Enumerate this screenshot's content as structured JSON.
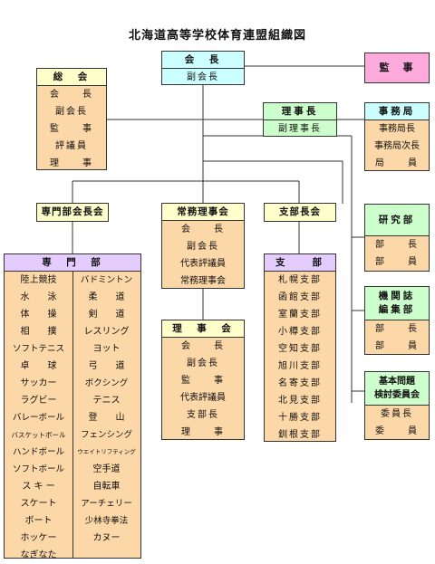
{
  "title": "北海道高等学校体育連盟組織図",
  "president": {
    "name": "会　長",
    "sub": "副会長"
  },
  "auditor": {
    "name": "監　事"
  },
  "general_assembly": {
    "name": "総　会",
    "items": [
      "会　　長",
      "副会長",
      "監　　事",
      "評議員",
      "理　　事"
    ]
  },
  "chairman": {
    "name": "理事長",
    "items": [
      "副理事長"
    ]
  },
  "secretariat": {
    "name": "事務局",
    "items": [
      "事務局長",
      "事務局次長",
      "局　　員"
    ]
  },
  "special_chairs": {
    "name": "専門部会長会"
  },
  "executive": {
    "name": "常務理事会",
    "items": [
      "会　　長",
      "副会長",
      "代表評議員",
      "常務理事会"
    ]
  },
  "branch_chairs": {
    "name": "支部長会"
  },
  "specialty": {
    "name": "専　門　部",
    "left": [
      "陸上競技",
      "水　　泳",
      "体　　操",
      "相　　撲",
      "ソフトテニス",
      "卓　　球",
      "サッカー",
      "ラグビー",
      "バレーボール",
      "バスケットボール",
      "ハンドボール",
      "ソフトボール",
      "ス キ ー",
      "スケート",
      "ボート",
      "ホッケー",
      "なぎなた"
    ],
    "right": [
      "バドミントン",
      "柔　　道",
      "剣　　道",
      "レスリング",
      "ヨット",
      "弓　　道",
      "ボクシング",
      "テニス",
      "登　　山",
      "フェンシング",
      "ウエイトリフティング",
      "空手道",
      "自転車",
      "アーチェリー",
      "少林寺拳法",
      "カヌー"
    ]
  },
  "board": {
    "name": "理　事　会",
    "items": [
      "会　　長",
      "副会長",
      "監　　事",
      "代表評議員",
      "支部長",
      "理　　事"
    ]
  },
  "branches": {
    "name": "支　　部",
    "items": [
      "札幌支部",
      "函館支部",
      "室蘭支部",
      "小樽支部",
      "空知支部",
      "旭川支部",
      "名寄支部",
      "北見支部",
      "十勝支部",
      "釧根支部"
    ]
  },
  "research": {
    "name": "研究部",
    "items": [
      "部　　長",
      "部　　員"
    ]
  },
  "journal": {
    "name": "機関誌\n編集部",
    "items": [
      "部　　長",
      "部　　員"
    ]
  },
  "basic_issues": {
    "name": "基本問題\n検討委員会",
    "items": [
      "委員長",
      "委　　員"
    ]
  },
  "colors": {
    "line": "#333333",
    "yellow": "#ffffcc",
    "cyan": "#ccffff",
    "green": "#ccffcc",
    "purple": "#e4ccff",
    "pink": "#ffaadd",
    "peach": "#fcd7a8"
  }
}
